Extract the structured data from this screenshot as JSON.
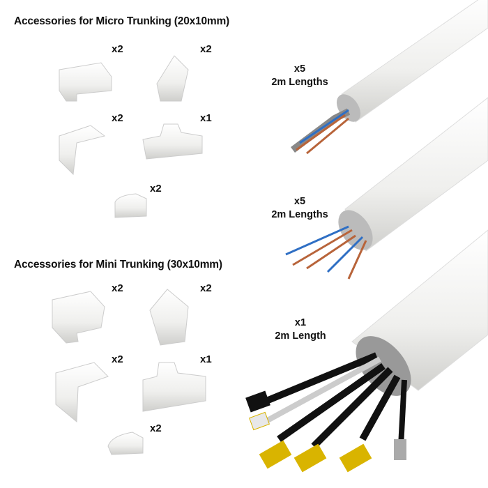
{
  "micro": {
    "title": "Accessories for Micro Trunking (20x10mm)",
    "quantities": [
      "x2",
      "x2",
      "x2",
      "x1",
      "x2"
    ]
  },
  "mini": {
    "title": "Accessories for Mini Trunking (30x10mm)",
    "quantities": [
      "x2",
      "x2",
      "x2",
      "x1",
      "x2"
    ]
  },
  "lengths": [
    {
      "count": "x5",
      "label": "2m Lengths"
    },
    {
      "count": "x5",
      "label": "2m Lengths"
    },
    {
      "count": "x1",
      "label": "2m Length"
    }
  ],
  "colors": {
    "trunking": "#f4f4f2",
    "copper": "#b8643a",
    "blue_wire": "#2f6fc4",
    "grey_sheath": "#a9aaa8",
    "hdmi_tip": "#d9b400"
  }
}
